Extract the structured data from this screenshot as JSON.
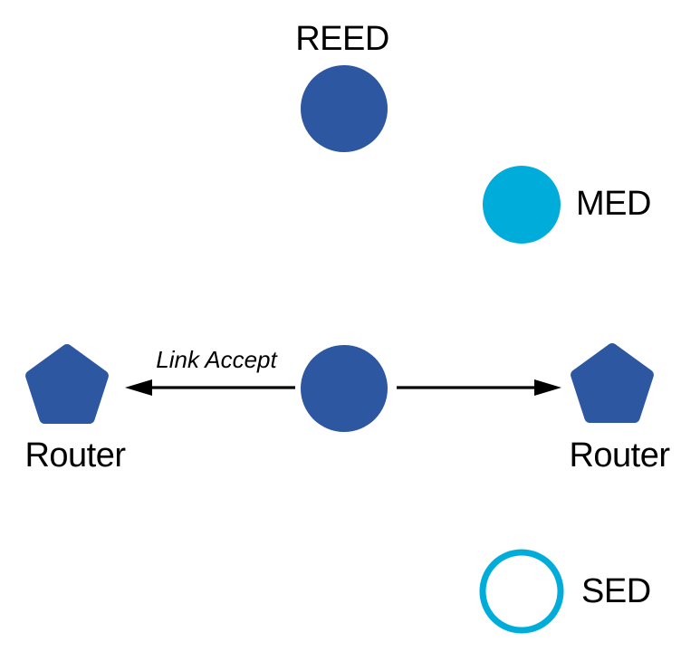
{
  "diagram": {
    "type": "network-topology",
    "colors": {
      "node_blue": "#2D57A0",
      "accent_cyan": "#00ACDA",
      "arrow_black": "#000000",
      "background": "#FFFFFF"
    },
    "nodes": [
      {
        "id": "reed",
        "label": "REED",
        "shape": "circle",
        "style": "filled",
        "color": "#2D57A0",
        "label_position": "above"
      },
      {
        "id": "med",
        "label": "MED",
        "shape": "circle",
        "style": "filled",
        "color": "#00ACDA",
        "label_position": "right"
      },
      {
        "id": "center-router",
        "label": "",
        "shape": "circle",
        "style": "filled",
        "color": "#2D57A0",
        "label_position": "none"
      },
      {
        "id": "router-left",
        "label": "Router",
        "shape": "pentagon",
        "style": "filled",
        "color": "#2D57A0",
        "label_position": "below"
      },
      {
        "id": "router-right",
        "label": "Router",
        "shape": "pentagon",
        "style": "filled",
        "color": "#2D57A0",
        "label_position": "below"
      },
      {
        "id": "sed",
        "label": "SED",
        "shape": "circle",
        "style": "outlined",
        "color": "#00ACDA",
        "label_position": "right"
      }
    ],
    "edges": [
      {
        "from": "center-router",
        "to": "router-left",
        "label": "Link Accept",
        "direction": "left",
        "arrowhead": "filled-triangle"
      },
      {
        "from": "center-router",
        "to": "router-right",
        "label": "",
        "direction": "right",
        "arrowhead": "filled-triangle"
      }
    ]
  }
}
